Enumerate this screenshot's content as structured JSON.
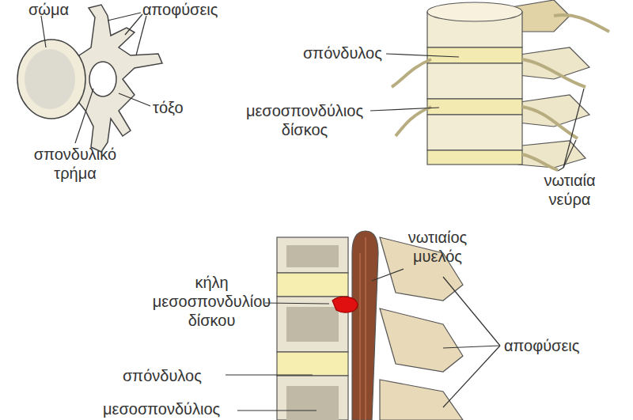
{
  "diagram": {
    "labels": [
      "σώμα",
      "αποφύσεις",
      "τόξο",
      "σπονδυλικό τρήμα",
      "σπόνδυλος",
      "μεσοσπονδύλιος δίσκος",
      "νωτιαία νεύρα",
      "νωτιαίος μυελός",
      "κήλη μεσοσπονδυλίου δίσκου",
      "αποφύσεις",
      "σπόνδυλος",
      "μεσοσπονδύλιος"
    ]
  }
}
